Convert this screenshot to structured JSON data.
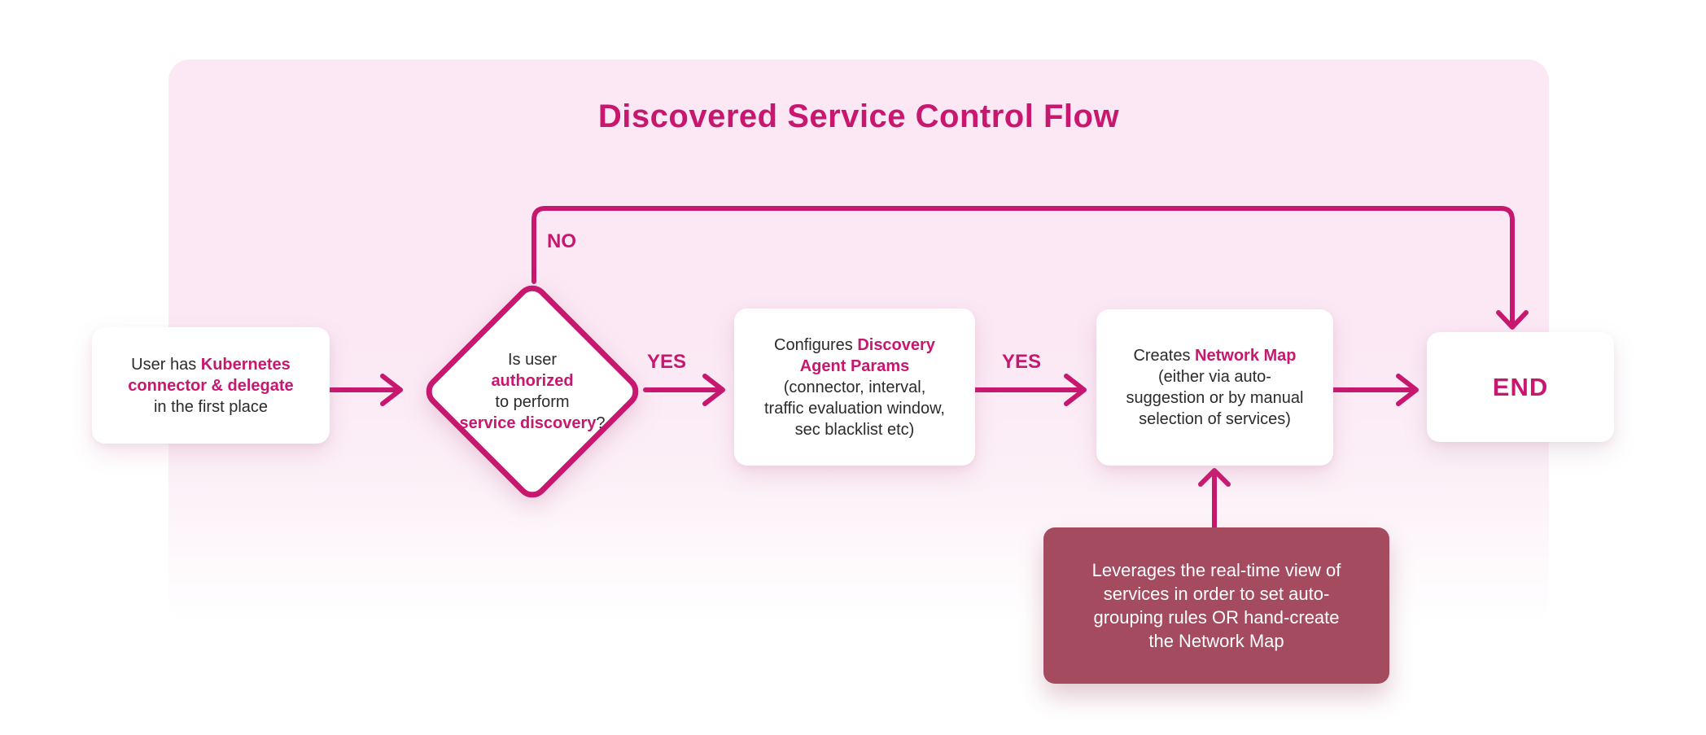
{
  "title": "Discovered Service Control Flow",
  "colors": {
    "accent": "#C7176F",
    "panel_pink": "#FBE8F4",
    "note_bg": "#A44B60",
    "text_dark": "#2B2B2B",
    "node_bg": "#FFFFFF",
    "note_text": "#FFFFFF"
  },
  "nodes": {
    "start": {
      "segments": [
        {
          "t": "User has "
        },
        {
          "t": "Kubernetes",
          "hl": true,
          "br": true
        },
        {
          "t": "connector & delegate",
          "hl": true,
          "br": true
        },
        {
          "t": "in the first place"
        }
      ]
    },
    "decision": {
      "segments": [
        {
          "t": "Is user",
          "br": true
        },
        {
          "t": "authorized",
          "hl": true,
          "br": true
        },
        {
          "t": "to perform",
          "br": true
        },
        {
          "t": "service discovery",
          "hl": true
        },
        {
          "t": "?"
        }
      ]
    },
    "configure": {
      "segments": [
        {
          "t": "Configures "
        },
        {
          "t": "Discovery",
          "hl": true,
          "br": true
        },
        {
          "t": "Agent Params",
          "hl": true,
          "br": true
        },
        {
          "t": "(connector, interval,",
          "br": true
        },
        {
          "t": "traffic evaluation window,",
          "br": true
        },
        {
          "t": "sec blacklist etc)"
        }
      ]
    },
    "create_network_map": {
      "segments": [
        {
          "t": "Creates "
        },
        {
          "t": "Network Map",
          "hl": true,
          "br": true
        },
        {
          "t": "(either via auto-",
          "br": true
        },
        {
          "t": "suggestion or by manual",
          "br": true
        },
        {
          "t": "selection of services)"
        }
      ]
    },
    "end": {
      "label": "END"
    },
    "note": {
      "segments": [
        {
          "t": "Leverages the real-time view of",
          "br": true
        },
        {
          "t": "services in order to set auto-",
          "br": true
        },
        {
          "t": "grouping rules OR hand-create",
          "br": true
        },
        {
          "t": "the Network Map"
        }
      ]
    }
  },
  "edges": {
    "no": {
      "label": "NO",
      "from": "decision",
      "to": "end"
    },
    "yes_1": {
      "label": "YES",
      "from": "decision",
      "to": "configure"
    },
    "yes_2": {
      "label": "YES",
      "from": "configure",
      "to": "create_network_map"
    },
    "start_to_decision": {
      "label": "",
      "from": "start",
      "to": "decision"
    },
    "create_to_end": {
      "label": "",
      "from": "create_network_map",
      "to": "end"
    },
    "note_to_create": {
      "label": "",
      "from": "note",
      "to": "create_network_map"
    }
  }
}
